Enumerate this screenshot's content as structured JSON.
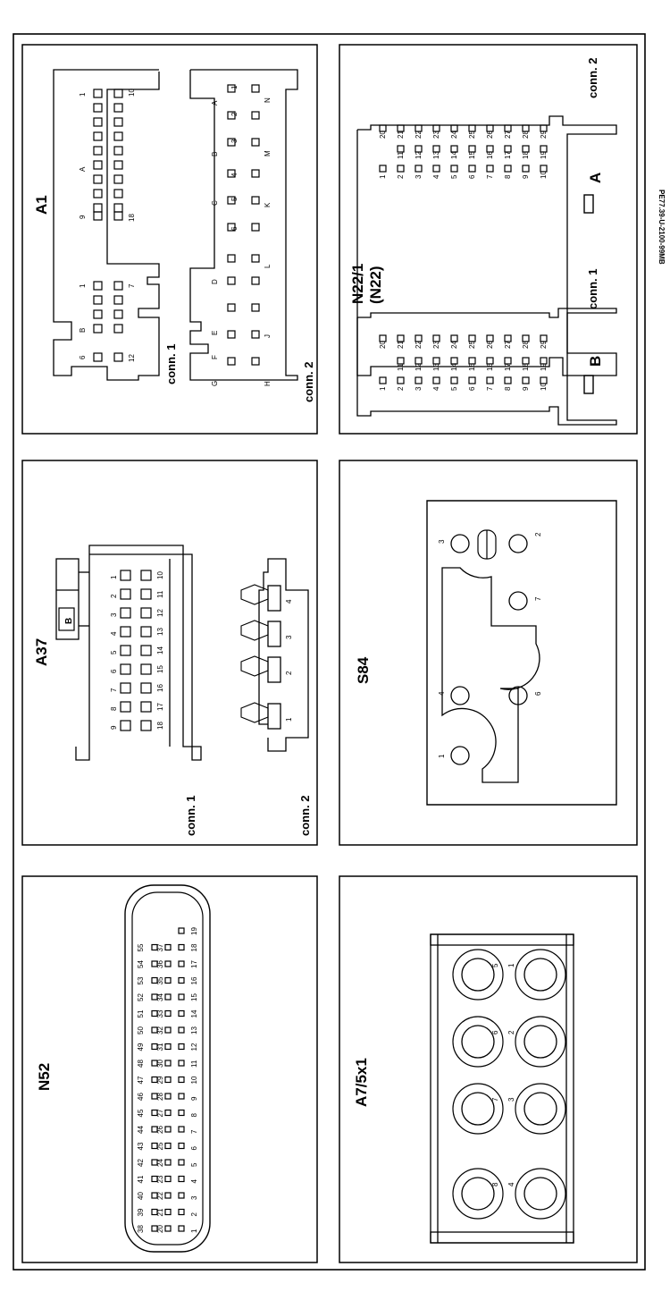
{
  "reference_code": "PE77.39-U-2100-99MB",
  "panels": {
    "a1": {
      "title": "A1",
      "conn1": "conn. 1",
      "conn2": "conn. 2",
      "conn1_nums": [
        "1",
        "10",
        "9",
        "18",
        "1",
        "7",
        "6",
        "12"
      ],
      "conn1_letters": [
        "A",
        "B"
      ],
      "conn2_letters": [
        "A",
        "B",
        "C",
        "D",
        "E",
        "F",
        "G",
        "H",
        "J",
        "K",
        "L",
        "M",
        "N"
      ],
      "pin_nums": [
        "1",
        "2",
        "3",
        "4",
        "5",
        "6"
      ]
    },
    "n22": {
      "title1": "N22/1",
      "title2": "(N22)",
      "conn1": "conn. 1",
      "conn2": "conn. 2",
      "key_a": "A",
      "key_b": "B",
      "pins": [
        "1",
        "2",
        "3",
        "4",
        "5",
        "6",
        "7",
        "8",
        "9",
        "10",
        "11",
        "12",
        "13",
        "14",
        "15",
        "16",
        "17",
        "18",
        "19",
        "20",
        "21",
        "22",
        "23",
        "24",
        "25",
        "26",
        "27",
        "28",
        "29"
      ]
    },
    "a37": {
      "title": "A37",
      "conn1": "conn. 1",
      "conn2": "conn. 2",
      "key": "B",
      "pins": [
        "1",
        "2",
        "3",
        "4",
        "5",
        "6",
        "7",
        "8",
        "9",
        "10",
        "11",
        "12",
        "13",
        "14",
        "15",
        "16",
        "17",
        "18"
      ],
      "conn2_pins": [
        "1",
        "2",
        "3",
        "4"
      ]
    },
    "s84": {
      "title": "S84",
      "pins": [
        "1",
        "2",
        "3",
        "4",
        "6",
        "7"
      ]
    },
    "n52": {
      "title": "N52",
      "row1": [
        "1",
        "2",
        "3",
        "4",
        "5",
        "6",
        "7",
        "8",
        "9",
        "10",
        "11",
        "12",
        "13",
        "14",
        "15",
        "16",
        "17",
        "18",
        "19"
      ],
      "row2": [
        "20",
        "21",
        "22",
        "23",
        "24",
        "25",
        "26",
        "27",
        "28",
        "29",
        "30",
        "31",
        "32",
        "33",
        "34",
        "35",
        "36",
        "37"
      ],
      "row3": [
        "38",
        "39",
        "40",
        "41",
        "42",
        "43",
        "44",
        "45",
        "46",
        "47",
        "48",
        "49",
        "50",
        "51",
        "52",
        "53",
        "54",
        "55"
      ]
    },
    "a7": {
      "title": "A7/5x1",
      "pins": [
        "1",
        "2",
        "3",
        "4",
        "5",
        "6",
        "7",
        "8"
      ]
    }
  }
}
